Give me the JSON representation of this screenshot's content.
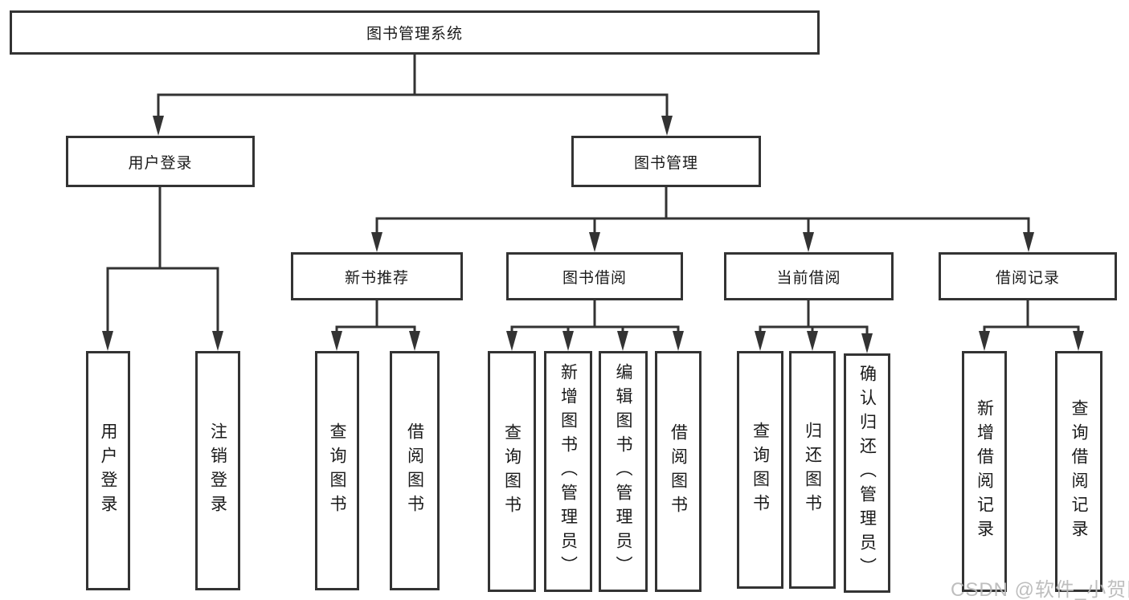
{
  "tree": {
    "root": {
      "label": "图书管理系统",
      "children": [
        {
          "label": "用户登录",
          "children": [
            {
              "label": "用户登录"
            },
            {
              "label": "注销登录"
            }
          ]
        },
        {
          "label": "图书管理",
          "children": [
            {
              "label": "新书推荐",
              "children": [
                {
                  "label": "查询图书"
                },
                {
                  "label": "借阅图书"
                }
              ]
            },
            {
              "label": "图书借阅",
              "children": [
                {
                  "label": "查询图书"
                },
                {
                  "label": "新增图书（管理员）"
                },
                {
                  "label": "编辑图书（管理员）"
                },
                {
                  "label": "借阅图书"
                }
              ]
            },
            {
              "label": "当前借阅",
              "children": [
                {
                  "label": "查询图书"
                },
                {
                  "label": "归还图书"
                },
                {
                  "label": "确认归还（管理员）"
                }
              ]
            },
            {
              "label": "借阅记录",
              "children": [
                {
                  "label": "新增借阅记录"
                },
                {
                  "label": "查询借阅记录"
                }
              ]
            }
          ]
        }
      ]
    }
  },
  "watermark": {
    "text": "CSDN @软件_小贺同学"
  },
  "colors": {
    "line": "#333333",
    "text": "#1a1a1a",
    "background": "#ffffff",
    "watermark": "#b8b8b8"
  }
}
